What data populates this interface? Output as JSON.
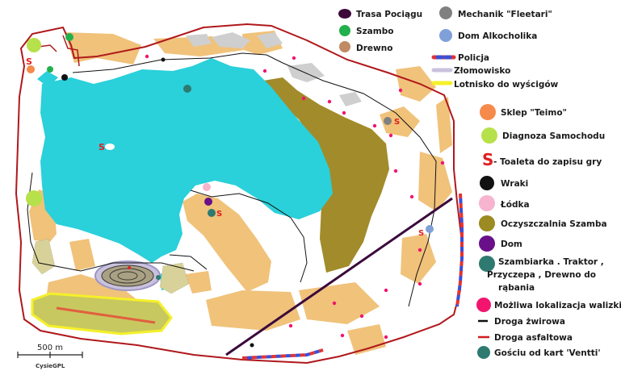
{
  "map": {
    "scale_label": "500 m",
    "credit": "CysieGPL",
    "colors": {
      "lake": "#2ad0da",
      "sand": "#f0c27a",
      "olive": "#a28b2a",
      "road_red": "#b0181c",
      "gravel": "#111111",
      "train": "#3b0a3b",
      "rocks": "#cfcfcf",
      "police_red": "#e23333",
      "police_blue": "#3a4fd8",
      "scrap": "#c9c2de",
      "airstrip": "#f5f02a",
      "airstrip_fill": "#c8c860",
      "save_toilet": "#e02020",
      "wreck": "#111111"
    }
  },
  "legend": {
    "items": [
      {
        "label": "Trasa Pociągu",
        "icon": "train-route-icon",
        "color": "#3b0a3b"
      },
      {
        "label": "Mechanik \"Fleetari\"",
        "icon": "mechanic-icon",
        "color": "#808080"
      },
      {
        "label": "Szambo",
        "icon": "septic-icon",
        "color": "#22b04c"
      },
      {
        "label": "Dom Alkocholika",
        "icon": "alcoholic-house-icon",
        "color": "#7fa0d8"
      },
      {
        "label": "Drewno",
        "icon": "firewood-icon",
        "color": "#c08a64"
      },
      {
        "label": "Policja",
        "icon": "police-icon",
        "color": "#3a4fd8"
      },
      {
        "label": "Złomowisko",
        "icon": "scrapyard-icon",
        "color": "#c9c2de"
      },
      {
        "label": "Lotnisko do wyścigów",
        "icon": "race-airfield-icon",
        "color": "#f5f02a"
      },
      {
        "label": "Sklep \"Teimo\"",
        "icon": "store-icon",
        "color": "#f58a4a"
      },
      {
        "label": "Diagnoza Samochodu",
        "icon": "car-inspection-icon",
        "color": "#b7e14a"
      },
      {
        "label": "- Toaleta do zapisu gry",
        "icon": "save-toilet-icon",
        "color": "#e02020"
      },
      {
        "label": "Wraki",
        "icon": "wreck-icon",
        "color": "#111111"
      },
      {
        "label": "Łódka",
        "icon": "boat-icon",
        "color": "#f6b4cf"
      },
      {
        "label": "Oczyszczalnia Szamba",
        "icon": "sewage-plant-icon",
        "color": "#9c8a22"
      },
      {
        "label": "Dom",
        "icon": "home-icon",
        "color": "#6a0f8a"
      },
      {
        "label": "Szambiarka . Traktor ,\nPrzyczepa , Drewno do\nrąbania",
        "icon": "vehicles-icon",
        "color": "#2f7a70"
      },
      {
        "label": "Możliwa lokalizacja walizki",
        "icon": "suitcase-location-icon",
        "color": "#f2146e"
      },
      {
        "label": "Droga żwirowa",
        "icon": "gravel-road-icon",
        "color": "#111111"
      },
      {
        "label": "Droga asfaltowa",
        "icon": "asphalt-road-icon",
        "color": "#d01a1a"
      },
      {
        "label": "Gościu od kart 'Ventti'",
        "icon": "ventti-guy-icon",
        "color": "#2f7a70"
      }
    ]
  }
}
